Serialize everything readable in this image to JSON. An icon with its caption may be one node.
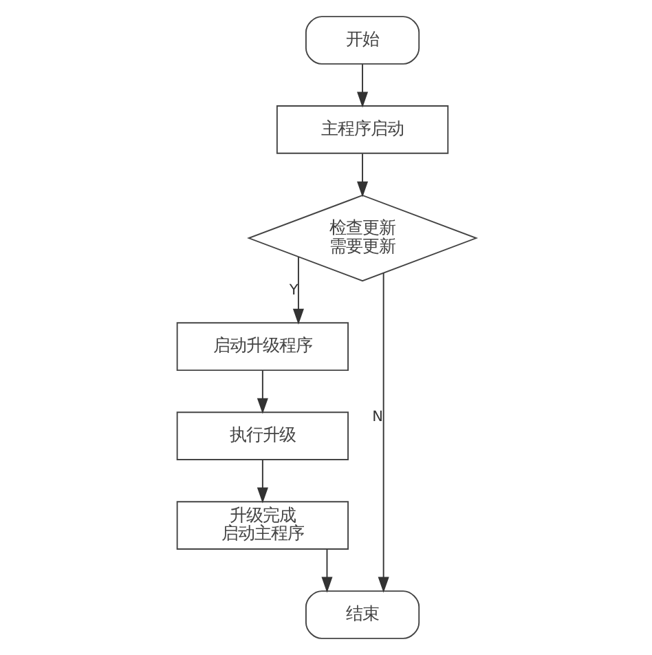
{
  "diagram": {
    "nodes": [
      {
        "text": [
          "开始"
        ]
      },
      {
        "text": [
          "主程序启动"
        ]
      },
      {
        "text": [
          "检查更新",
          "需要更新"
        ]
      },
      {
        "text": [
          "启动升级程序"
        ]
      },
      {
        "text": [
          "执行升级"
        ]
      },
      {
        "text": [
          "升级完成",
          "启动主程序"
        ]
      },
      {
        "text": [
          "结束"
        ]
      }
    ],
    "edges": [
      {
        "from": 0,
        "to": 1,
        "arrow": "to"
      },
      {
        "from": 1,
        "to": 2,
        "arrow": "to"
      },
      {
        "from": 2,
        "to": 3,
        "arrow": "to",
        "label": "Y"
      },
      {
        "from": 3,
        "to": 4,
        "arrow": "to"
      },
      {
        "from": 4,
        "to": 5,
        "arrow": "to"
      },
      {
        "from": 5,
        "to": 6,
        "arrow": "to"
      },
      {
        "from": 2,
        "to": 6,
        "arrow": "to",
        "label": "N"
      }
    ]
  }
}
